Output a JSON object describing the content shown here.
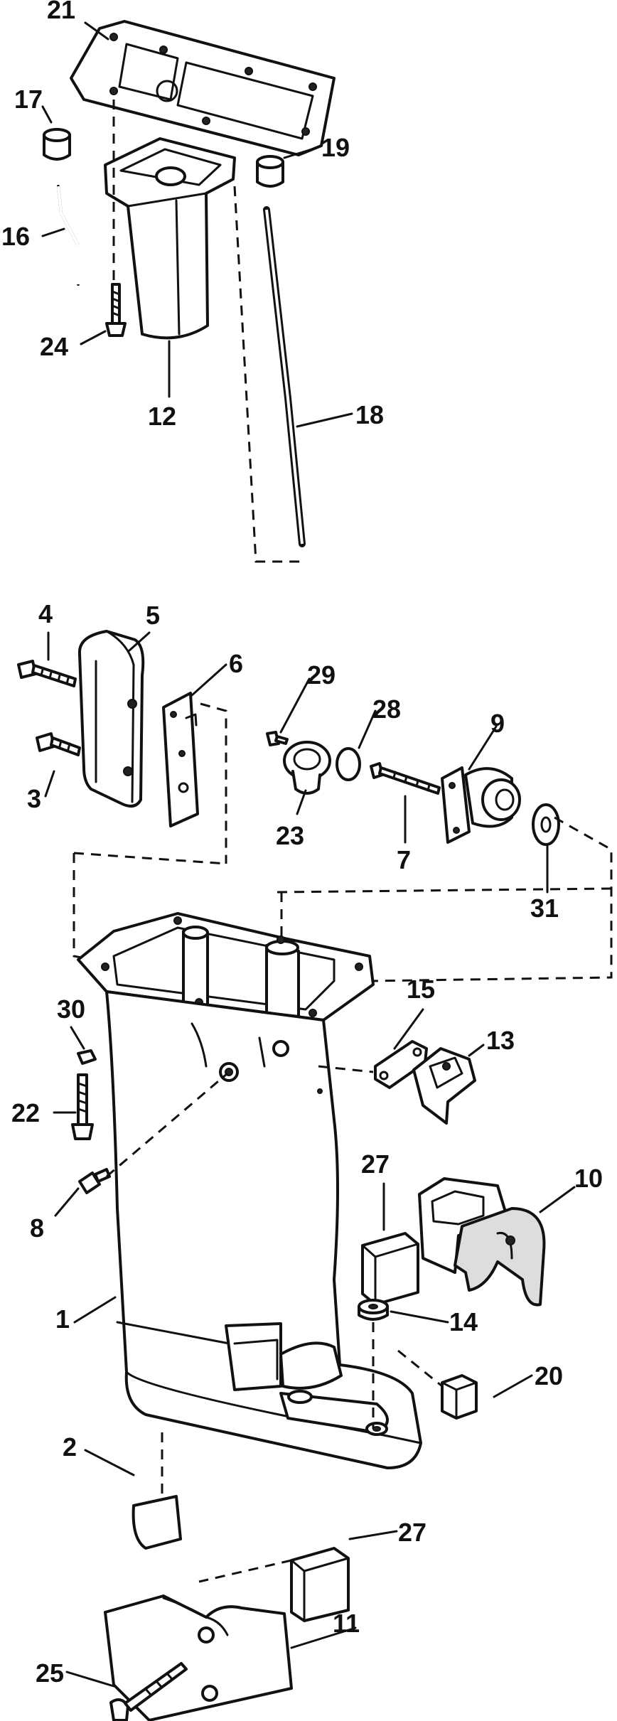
{
  "diagram": {
    "colors": {
      "ink": "#111111",
      "paper": "#ffffff",
      "shade": "#dddddd"
    },
    "callouts": {
      "c21": "21",
      "c17": "17",
      "c19": "19",
      "c16": "16",
      "c24": "24",
      "c12": "12",
      "c18": "18",
      "c4": "4",
      "c5": "5",
      "c6": "6",
      "c29": "29",
      "c28": "28",
      "c9": "9",
      "c3": "3",
      "c23": "23",
      "c7": "7",
      "c31": "31",
      "c30": "30",
      "c15": "15",
      "c13": "13",
      "c22": "22",
      "c27a": "27",
      "c10": "10",
      "c8": "8",
      "c1": "1",
      "c14": "14",
      "c20": "20",
      "c2": "2",
      "c27b": "27",
      "c11": "11",
      "c25": "25"
    }
  }
}
